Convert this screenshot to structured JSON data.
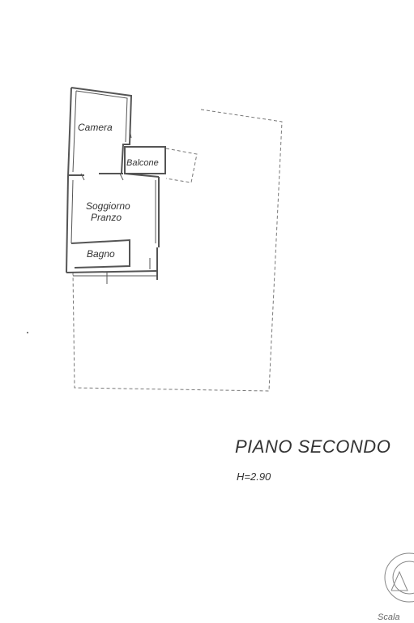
{
  "plan": {
    "rooms": [
      {
        "id": "camera",
        "label": "Camera"
      },
      {
        "id": "balcone",
        "label": "Balcone"
      },
      {
        "id": "soggiorno",
        "label": "Soggiorno"
      },
      {
        "id": "pranzo",
        "label": "Pranzo"
      },
      {
        "id": "bagno",
        "label": "Bagno"
      }
    ],
    "floor_title": "PIANO SECONDO",
    "height_label": "H=2.90",
    "scale_label": "Scala"
  },
  "colors": {
    "wall": "#555555",
    "dashed_boundary": "#777777",
    "stamp": "#888888"
  }
}
